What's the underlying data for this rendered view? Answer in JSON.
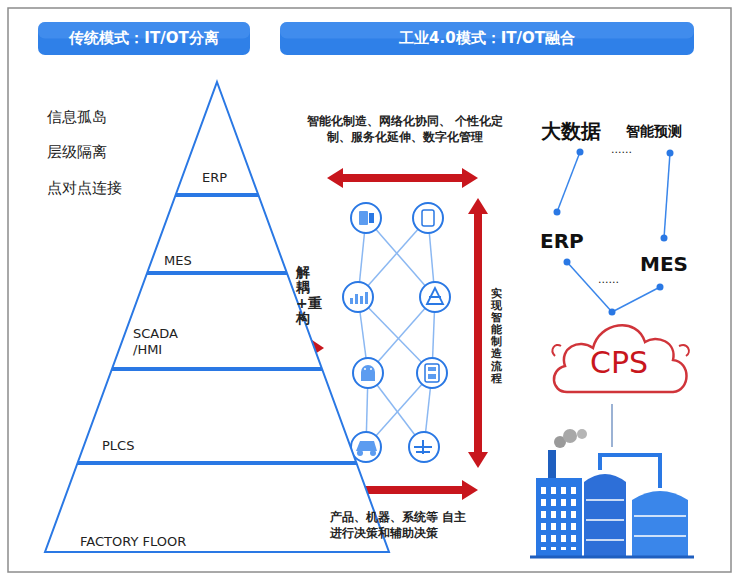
{
  "diagram": {
    "nodes": [
      {
        "text": [
          "传统模式：IT/OT分离"
        ]
      },
      {
        "text": [
          "工业4.0模式：IT/OT融合"
        ]
      },
      {
        "text": [
          "ERP"
        ]
      },
      {
        "text": [
          "MES"
        ]
      },
      {
        "text": [
          "SCADA /HMI"
        ]
      },
      {
        "text": [
          "PLCS"
        ]
      },
      {
        "text": [
          "FACTORY FLOOR"
        ]
      },
      {
        "text": [
          "CPS"
        ]
      }
    ],
    "edges": [
      {
        "from": 2,
        "to": 5,
        "arrow": "both"
      },
      {
        "from": 3,
        "to": 5,
        "arrow": "both"
      },
      {
        "from": 4,
        "to": 5,
        "arrow": "both"
      },
      {
        "from": 5,
        "to": 6,
        "arrow": "both"
      },
      {
        "from": 5,
        "to": 6,
        "arrow": "both"
      },
      {
        "from": 5,
        "to": 6,
        "arrow": "both"
      }
    ],
    "labels": [
      "信息孤岛",
      "层级隔离",
      "点对点连接",
      "智能化制造、网络化协同、 个性化定制、服务化延伸、数字化管理",
      "解耦+重构",
      "实现智能制造流程",
      "产品、机器、系统等 自主进行决策和辅助决策",
      "大数据",
      "智能预测",
      "......",
      "ERP",
      "MES",
      "......"
    ]
  }
}
